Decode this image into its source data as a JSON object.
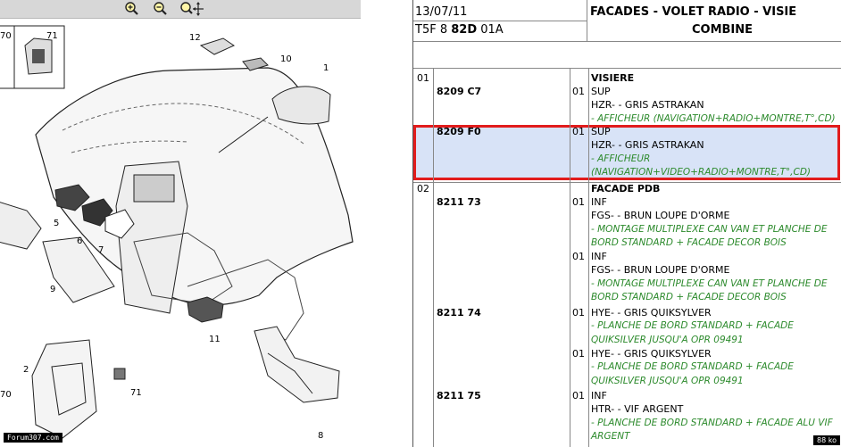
{
  "header": {
    "date": "13/07/11",
    "code_prefix": "T5F 8",
    "code_bold": "82D",
    "code_suffix": "01A",
    "title_line1": "FACADES - VOLET RADIO - VISIE",
    "title_line2": "COMBINE"
  },
  "diagram": {
    "callouts": [
      "70",
      "71",
      "12",
      "10",
      "1",
      "5",
      "6",
      "7",
      "9",
      "11",
      "2",
      "70",
      "71",
      "8"
    ],
    "watermark": "Forum307.com"
  },
  "parts": [
    {
      "row": "01",
      "ref": "",
      "qty": "",
      "lines": [
        {
          "text": "VISIERE",
          "style": "bold"
        }
      ]
    },
    {
      "row": "",
      "ref": "8209 C7",
      "qty": "01",
      "lines": [
        {
          "text": "SUP",
          "style": "plain"
        },
        {
          "text": "HZR- - GRIS ASTRAKAN",
          "style": "plain"
        },
        {
          "text": "- AFFICHEUR (NAVIGATION+RADIO+MONTRE,T°,CD)",
          "style": "green"
        }
      ]
    },
    {
      "row": "",
      "ref": "8209 F0",
      "qty": "01",
      "highlight": true,
      "lines": [
        {
          "text": "SUP",
          "style": "plain"
        },
        {
          "text": "HZR- - GRIS ASTRAKAN",
          "style": "plain"
        },
        {
          "text": "- AFFICHEUR",
          "style": "green"
        },
        {
          "text": "(NAVIGATION+VIDEO+RADIO+MONTRE,T°,CD)",
          "style": "green"
        }
      ]
    },
    {
      "row": "02",
      "ref": "",
      "qty": "",
      "lines": [
        {
          "text": "FACADE PDB",
          "style": "bold"
        }
      ]
    },
    {
      "row": "",
      "ref": "8211 73",
      "qty": "01",
      "lines": [
        {
          "text": "INF",
          "style": "plain"
        },
        {
          "text": "FGS- - BRUN LOUPE D'ORME",
          "style": "plain"
        },
        {
          "text": "- MONTAGE MULTIPLEXE CAN VAN ET PLANCHE DE",
          "style": "green"
        },
        {
          "text": "BORD STANDARD + FACADE DECOR BOIS",
          "style": "green"
        }
      ]
    },
    {
      "row": "",
      "ref": "",
      "qty": "01",
      "lines": [
        {
          "text": "INF",
          "style": "plain"
        },
        {
          "text": "FGS- - BRUN LOUPE D'ORME",
          "style": "plain"
        },
        {
          "text": "- MONTAGE MULTIPLEXE CAN VAN ET PLANCHE DE",
          "style": "green"
        },
        {
          "text": "BORD STANDARD + FACADE DECOR BOIS",
          "style": "green"
        }
      ]
    },
    {
      "row": "",
      "ref": "8211 74",
      "qty": "01",
      "lines": [
        {
          "text": "HYE- - GRIS QUIKSYLVER",
          "style": "plain"
        },
        {
          "text": "- PLANCHE DE BORD STANDARD + FACADE",
          "style": "green"
        },
        {
          "text": "QUIKSILVER JUSQU'A OPR 09491",
          "style": "green"
        }
      ]
    },
    {
      "row": "",
      "ref": "",
      "qty": "01",
      "lines": [
        {
          "text": "HYE- - GRIS QUIKSYLVER",
          "style": "plain"
        },
        {
          "text": "- PLANCHE DE BORD STANDARD + FACADE",
          "style": "green"
        },
        {
          "text": "QUIKSILVER JUSQU'A OPR 09491",
          "style": "green"
        }
      ]
    },
    {
      "row": "",
      "ref": "8211 75",
      "qty": "01",
      "lines": [
        {
          "text": "INF",
          "style": "plain"
        },
        {
          "text": "HTR- - VIF ARGENT",
          "style": "plain"
        },
        {
          "text": "- PLANCHE DE BORD STANDARD + FACADE ALU VIF",
          "style": "green"
        },
        {
          "text": "ARGENT",
          "style": "green"
        }
      ]
    }
  ],
  "status": {
    "size": "88 ko"
  },
  "colors": {
    "highlight_bg": "#d8e3f7",
    "highlight_border": "#e21c1c",
    "green": "#2c8a2c",
    "toolbar": "#d7d7d7"
  },
  "icons": [
    "zoom-in-icon",
    "zoom-out-icon",
    "zoom-pan-icon"
  ]
}
